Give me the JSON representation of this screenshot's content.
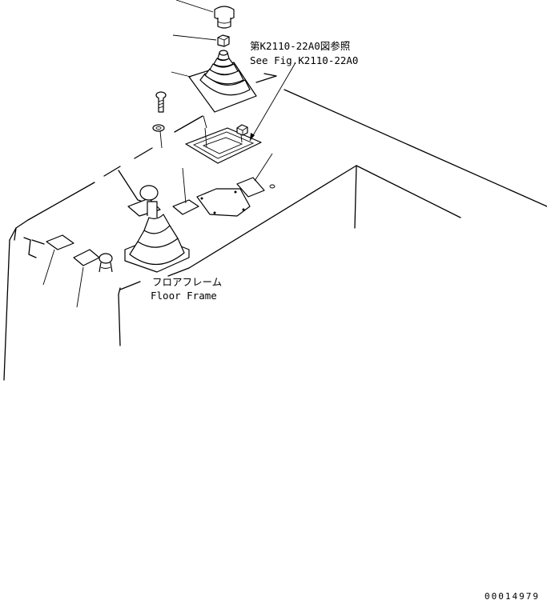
{
  "labels": {
    "ref_jp": "第K2110-22A0図参照",
    "ref_en": "See Fig.K2110-22A0",
    "frame_jp": "フロアフレーム",
    "frame_en": "Floor Frame",
    "drawing_number": "00014979"
  }
}
